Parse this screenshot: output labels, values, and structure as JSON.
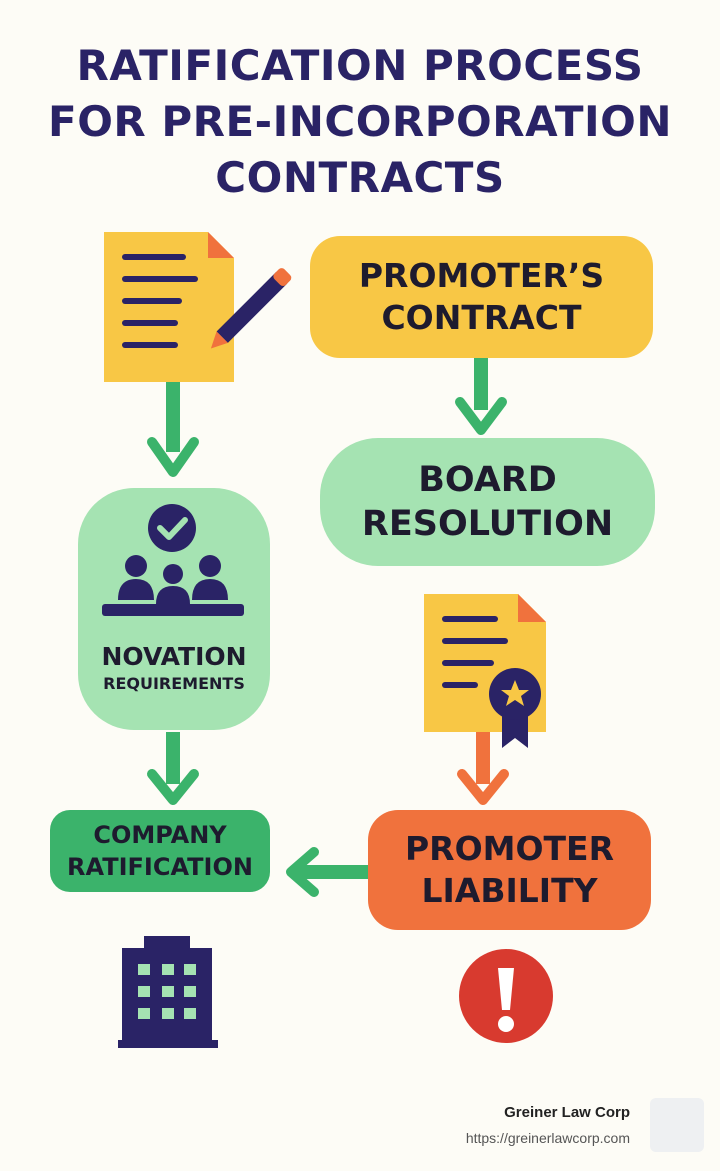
{
  "title": {
    "line1": "RATIFICATION PROCESS",
    "line2": "FOR PRE-INCORPORATION",
    "line3": "CONTRACTS"
  },
  "nodes": {
    "promoter_contract": {
      "line1": "PROMOTER’S",
      "line2": "CONTRACT"
    },
    "board_resolution": {
      "line1": "BOARD",
      "line2": "RESOLUTION"
    },
    "novation": {
      "line1": "NOVATION",
      "line2": "REQUIREMENTS"
    },
    "company_ratification": {
      "line1": "COMPANY",
      "line2": "RATIFICATION"
    },
    "promoter_liability": {
      "line1": "PROMOTER",
      "line2": "LIABILITY"
    }
  },
  "icons": [
    "document-pencil-icon",
    "people-checkmark-icon",
    "certificate-ribbon-icon",
    "building-icon",
    "exclamation-icon"
  ],
  "colors": {
    "title": "#2a2366",
    "yellow": "#f8c745",
    "light_green": "#a5e3b2",
    "green": "#3bb36b",
    "orange": "#f0723d",
    "navy": "#2a2366",
    "arrow_green": "#3bb36b",
    "arrow_orange": "#f0723d",
    "alert_red": "#d83a2f"
  },
  "footer": {
    "name": "Greiner Law Corp",
    "url": "https://greinerlawcorp.com"
  }
}
